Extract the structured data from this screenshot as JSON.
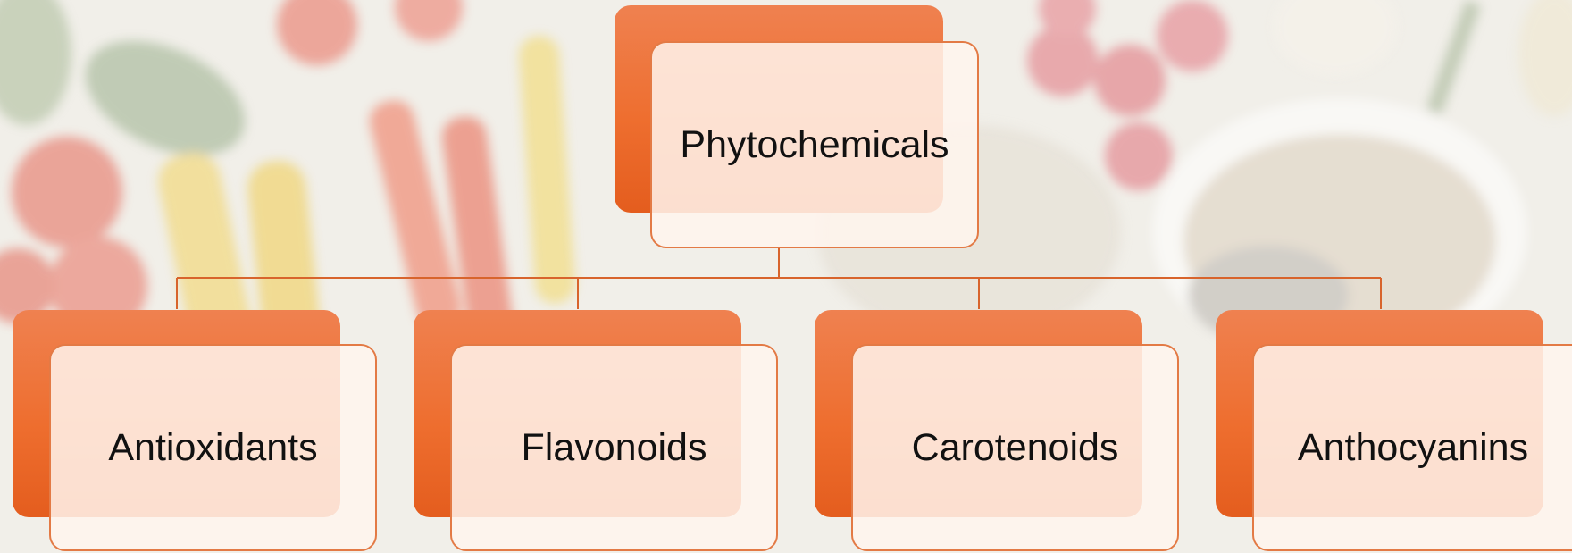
{
  "diagram": {
    "root": {
      "label": "Phytochemicals"
    },
    "children": [
      {
        "label": "Antioxidants"
      },
      {
        "label": "Flavonoids"
      },
      {
        "label": "Carotenoids"
      },
      {
        "label": "Anthocyanins"
      }
    ]
  },
  "colors": {
    "node_fill": "#ee6e2f",
    "node_border": "#e37a45",
    "connector": "#d8642c",
    "label": "#111111"
  },
  "background": {
    "content": "pale food photograph (tomatoes, spinach, bell peppers, raspberries, grains, garlic) behind the diagram"
  }
}
